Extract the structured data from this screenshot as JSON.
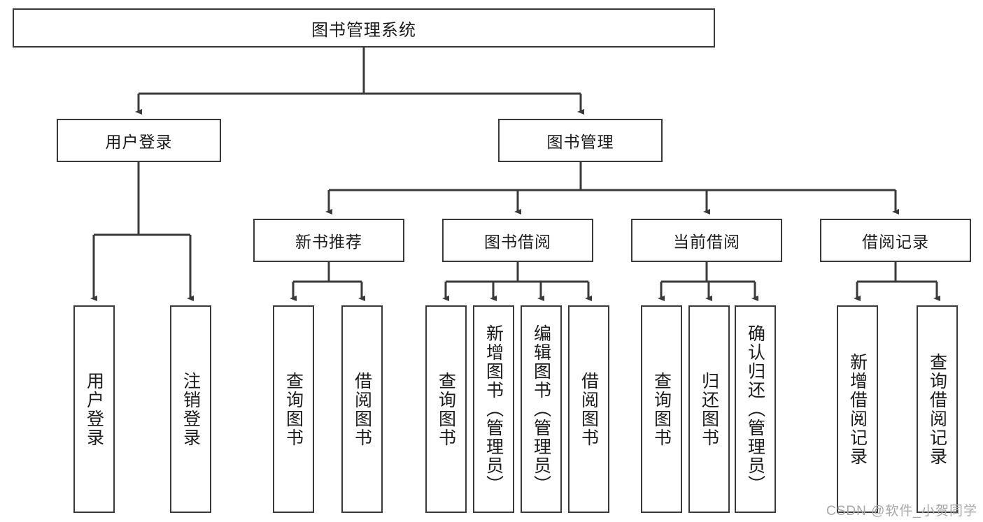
{
  "diagram": {
    "title": "图书管理系统",
    "type": "tree",
    "watermark": "CSDN @软件_小贺同学",
    "colors": {
      "stroke": "#3a3a3a",
      "text": "#1b1b1b",
      "background": "#ffffff",
      "watermark": "#a7a7a7"
    },
    "nodes": {
      "root": {
        "label": "图书管理系统"
      },
      "level2": [
        {
          "label": "用户登录"
        },
        {
          "label": "图书管理"
        }
      ],
      "level3": [
        {
          "label": "新书推荐"
        },
        {
          "label": "图书借阅"
        },
        {
          "label": "当前借阅"
        },
        {
          "label": "借阅记录"
        }
      ],
      "leaves_user_login": [
        {
          "label": "用户登录"
        },
        {
          "label": "注销登录"
        }
      ],
      "leaves_new_book": [
        {
          "label": "查询图书"
        },
        {
          "label": "借阅图书"
        }
      ],
      "leaves_borrow": [
        {
          "label": "查询图书"
        },
        {
          "label": "新增图书（管理员）"
        },
        {
          "label": "编辑图书（管理员）"
        },
        {
          "label": "借阅图书"
        }
      ],
      "leaves_current": [
        {
          "label": "查询图书"
        },
        {
          "label": "归还图书"
        },
        {
          "label": "确认归还（管理员）"
        }
      ],
      "leaves_record": [
        {
          "label": "新增借阅记录"
        },
        {
          "label": "查询借阅记录"
        }
      ]
    }
  }
}
